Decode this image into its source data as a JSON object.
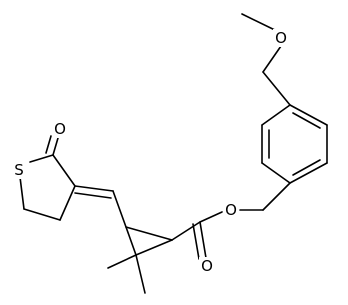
{
  "molecule": {
    "atoms": {
      "ring_oxygen_methoxy": "O",
      "lactone_carbonyl_oxygen": "O",
      "ring_sulfur": "S",
      "ester_ether_oxygen": "O",
      "ester_carbonyl_oxygen": "O"
    },
    "colors": {
      "bond": "#000000",
      "background": "#ffffff"
    }
  }
}
